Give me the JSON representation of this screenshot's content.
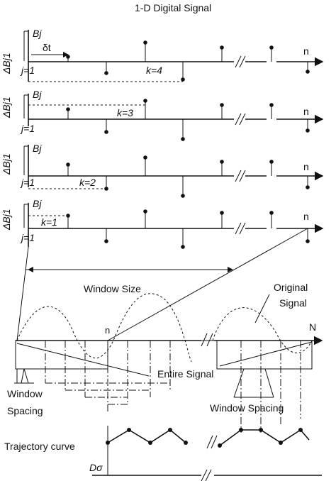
{
  "title": "1-D Digital Signal",
  "rows": [
    {
      "bj": "Bj",
      "delta_b": "ΔBj1",
      "j_label": "j=1",
      "k_label": "k=4",
      "n_label": "n",
      "dt_label": "δt"
    },
    {
      "bj": "Bj",
      "delta_b": "ΔBj1",
      "j_label": "j=1",
      "k_label": "k=3",
      "n_label": "n"
    },
    {
      "bj": "Bj",
      "delta_b": "ΔBj1",
      "j_label": "j=1",
      "k_label": "k=2",
      "n_label": "n"
    },
    {
      "bj": "Bj",
      "delta_b": "ΔBj1",
      "j_label": "j=1",
      "k_label": "k=1",
      "n_label": "n"
    }
  ],
  "labels": {
    "window_size": "Window Size",
    "original_signal_1": "Original",
    "original_signal_2": "Signal",
    "n_small": "n",
    "N_big": "N",
    "entire_signal": "Entire Signal",
    "window_1": "Window",
    "spacing_1": "Spacing",
    "window_spacing": "Window Spacing",
    "trajectory_curve": "Trajectory curve",
    "d_sigma": "Dσ"
  }
}
